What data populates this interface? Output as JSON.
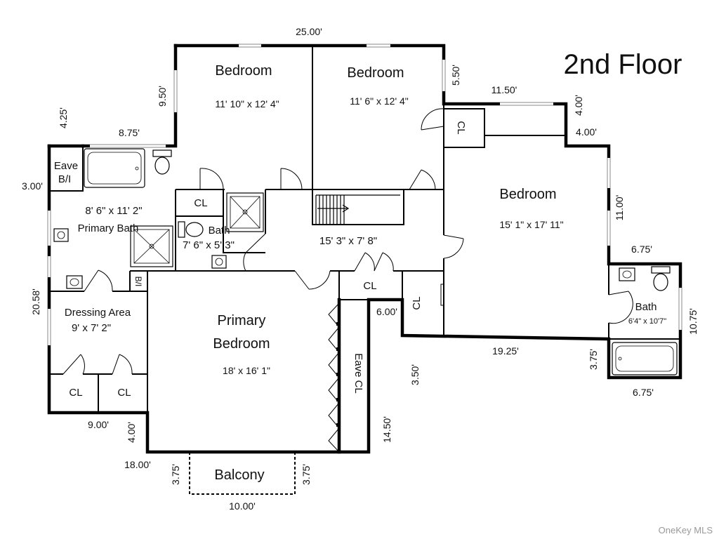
{
  "title": "2nd Floor",
  "watermark": "OneKey MLS",
  "rooms": {
    "bedroom_1": {
      "name": "Bedroom",
      "size": "11' 10\" x 12' 4\""
    },
    "bedroom_2": {
      "name": "Bedroom",
      "size": "11' 6\" x 12' 4\""
    },
    "bedroom_3": {
      "name": "Bedroom",
      "size": "15' 1\" x 17' 11\""
    },
    "primary_bath": {
      "name": "Primary Bath",
      "size": "8' 6\" x 11' 2\""
    },
    "bath_1": {
      "name": "Bath",
      "size": "7' 6\" x 5' 3\""
    },
    "bath_2": {
      "name": "Bath",
      "size": "6'4\" x 10'7\""
    },
    "hall": {
      "size": "15' 3\" x 7' 8\""
    },
    "dressing_area": {
      "name": "Dressing Area",
      "size": "9' x 7' 2\""
    },
    "primary_bedroom": {
      "line1": "Primary",
      "line2": "Bedroom",
      "size": "18' x 16' 1\""
    },
    "balcony": {
      "name": "Balcony"
    }
  },
  "labels": {
    "eave_bi_1": "Eave",
    "eave_bi_2": "B/I",
    "bi": "B/I",
    "cl": "CL",
    "eave_cl": "Eave CL"
  },
  "dimensions": {
    "top": "25.00'",
    "d_9_50": "9.50'",
    "d_5_50": "5.50'",
    "d_11_50": "11.50'",
    "d_4_00_a": "4.00'",
    "d_4_00_b": "4.00'",
    "d_11_00": "11.00'",
    "d_6_75_a": "6.75'",
    "d_10_75": "10.75'",
    "d_3_75_a": "3.75'",
    "d_6_75_b": "6.75'",
    "d_19_25": "19.25'",
    "d_6_00": "6.00'",
    "d_3_50": "3.50'",
    "d_14_50": "14.50'",
    "d_4_25": "4.25'",
    "d_8_75": "8.75'",
    "d_3_00": "3.00'",
    "d_20_58": "20.58'",
    "d_9_00": "9.00'",
    "d_4_00_c": "4.00'",
    "d_18_00": "18.00'",
    "d_3_75_b": "3.75'",
    "d_3_75_c": "3.75'",
    "d_10_00": "10.00'"
  }
}
